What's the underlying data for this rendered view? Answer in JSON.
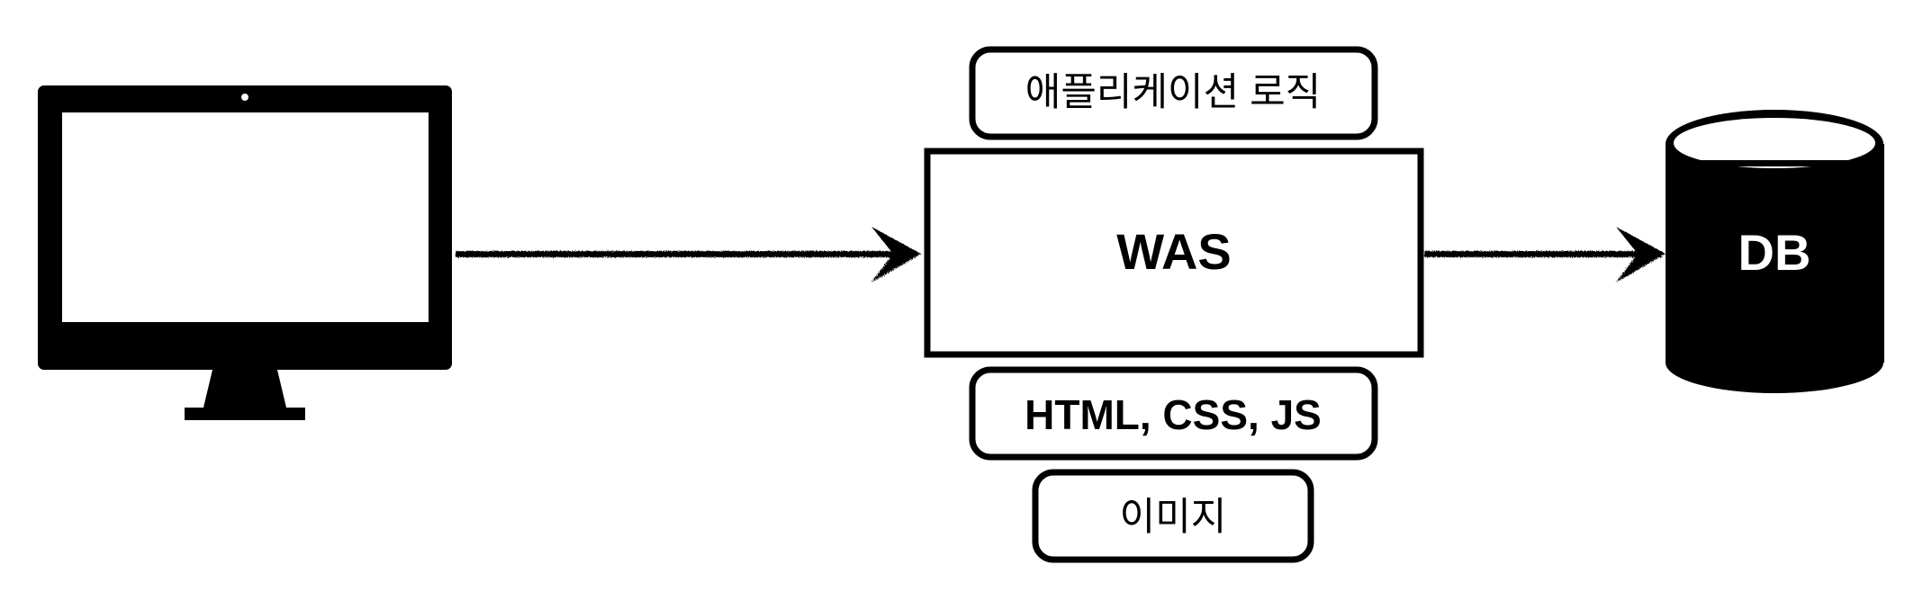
{
  "diagram": {
    "client": {
      "icon": "desktop-monitor-icon"
    },
    "server": {
      "label": "WAS",
      "top_box_label": "애플리케이션 로직",
      "bottom_box_1_label": "HTML, CSS, JS",
      "bottom_box_2_label": "이미지"
    },
    "database": {
      "icon": "database-cylinder-icon",
      "label": "DB"
    },
    "colors": {
      "stroke": "#000000",
      "fill_dark": "#000000",
      "fill_light": "#ffffff",
      "db_text": "#ffffff"
    }
  }
}
